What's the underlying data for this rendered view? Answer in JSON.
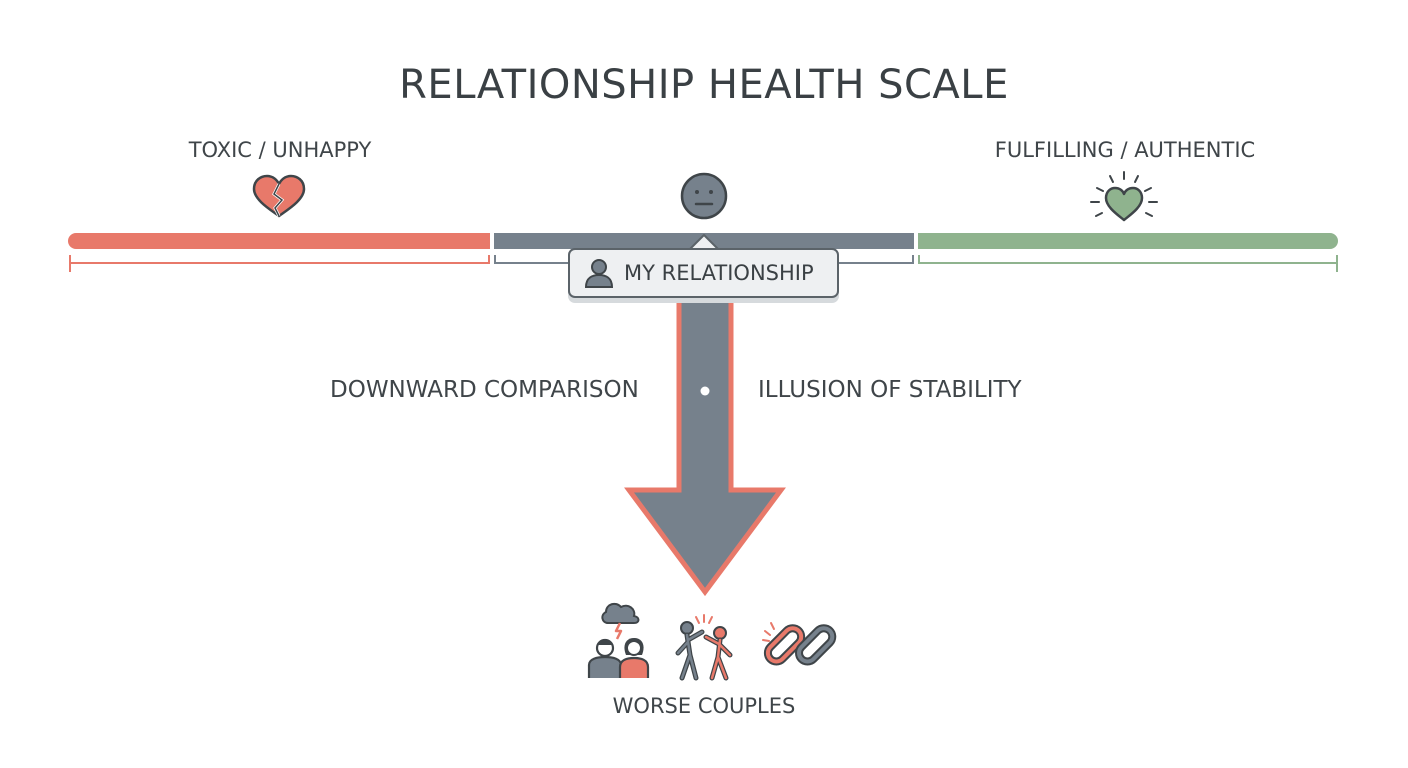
{
  "title": "RELATIONSHIP HEALTH SCALE",
  "scale": {
    "segments": [
      {
        "label": "TOXIC / UNHAPPY",
        "color": "#e8796a",
        "icon": "broken-heart-icon"
      },
      {
        "label": "",
        "color": "#76818c",
        "icon": "neutral-face-icon"
      },
      {
        "label": "FULFILLING / AUTHENTIC",
        "color": "#8fb38e",
        "icon": "glowing-heart-icon"
      }
    ]
  },
  "marker": {
    "label": "MY RELATIONSHIP",
    "icon": "person-icon"
  },
  "arrow": {
    "left_label": "DOWNWARD COMPARISON",
    "right_label": "ILLUSION OF STABILITY",
    "fill_color": "#76818c",
    "border_color": "#e8796a"
  },
  "bottom": {
    "label": "WORSE COUPLES",
    "icons": [
      "arguing-couple-icon",
      "fighting-people-icon",
      "broken-chain-icon"
    ]
  },
  "colors": {
    "text": "#3f4549",
    "red": "#e8796a",
    "gray": "#76818c",
    "green": "#8fb38e"
  }
}
